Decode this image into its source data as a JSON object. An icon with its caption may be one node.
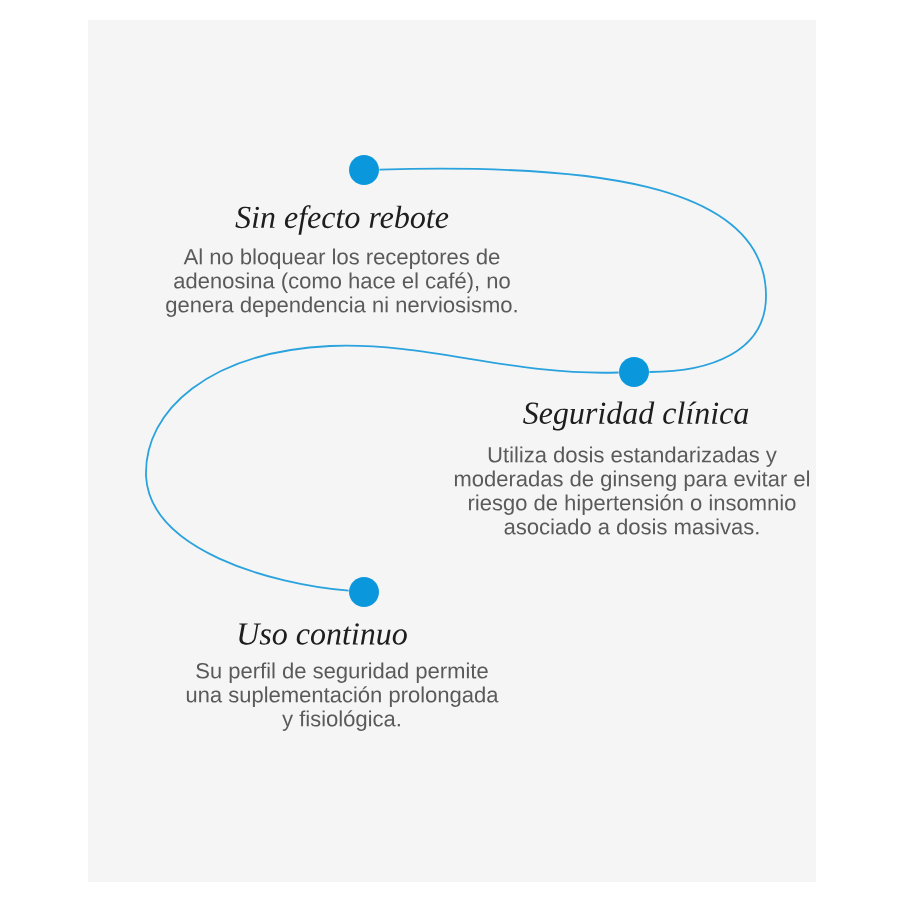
{
  "diagram": {
    "nodes": [
      {
        "text": [],
        "shape": "circle",
        "beside": [
          "Sin efecto rebote",
          "Al no bloquear los receptores de adenosina (como hace el café), no genera dependencia ni nerviosismo."
        ]
      },
      {
        "text": [],
        "shape": "circle",
        "beside": [
          "Seguridad clínica",
          "Utiliza dosis estandarizadas y moderadas de ginseng para evitar el riesgo de hipertensión o insomnio asociado a dosis masivas."
        ]
      },
      {
        "text": [],
        "shape": "circle",
        "beside": [
          "Uso continuo",
          "Su perfil de seguridad permite una suplementación prolongada y fisiológica."
        ]
      }
    ],
    "edges": [
      {
        "from": 0,
        "to": 1,
        "arrow": "none"
      },
      {
        "from": 1,
        "to": 2,
        "arrow": "none"
      }
    ]
  }
}
